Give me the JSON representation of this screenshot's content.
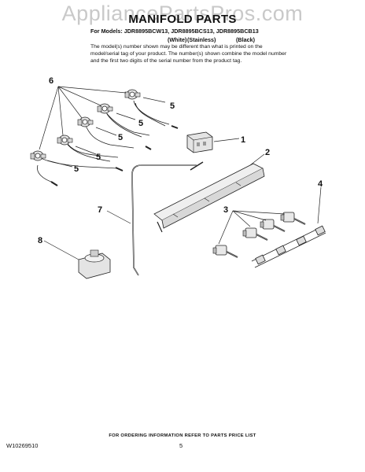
{
  "watermark": "AppliancePartsPros.com",
  "title": "MANIFOLD PARTS",
  "models_line": "For Models: JDR8895BCW13, JDR8895BCS13, JDR8895BCB13",
  "variants": [
    "(White)",
    "(Stainless)",
    "(Black)"
  ],
  "note": "The model(s) number shown may be different than what is printed on the model/serial tag of your product. The number(s) shown combine the model number and the first two digits of the serial number from the product tag.",
  "callouts": [
    "6",
    "5",
    "5",
    "5",
    "5",
    "5",
    "1",
    "2",
    "7",
    "3",
    "4",
    "8"
  ],
  "footer_note": "FOR ORDERING INFORMATION REFER TO PARTS PRICE LIST",
  "doc_id": "W10269510",
  "page_number": "5"
}
